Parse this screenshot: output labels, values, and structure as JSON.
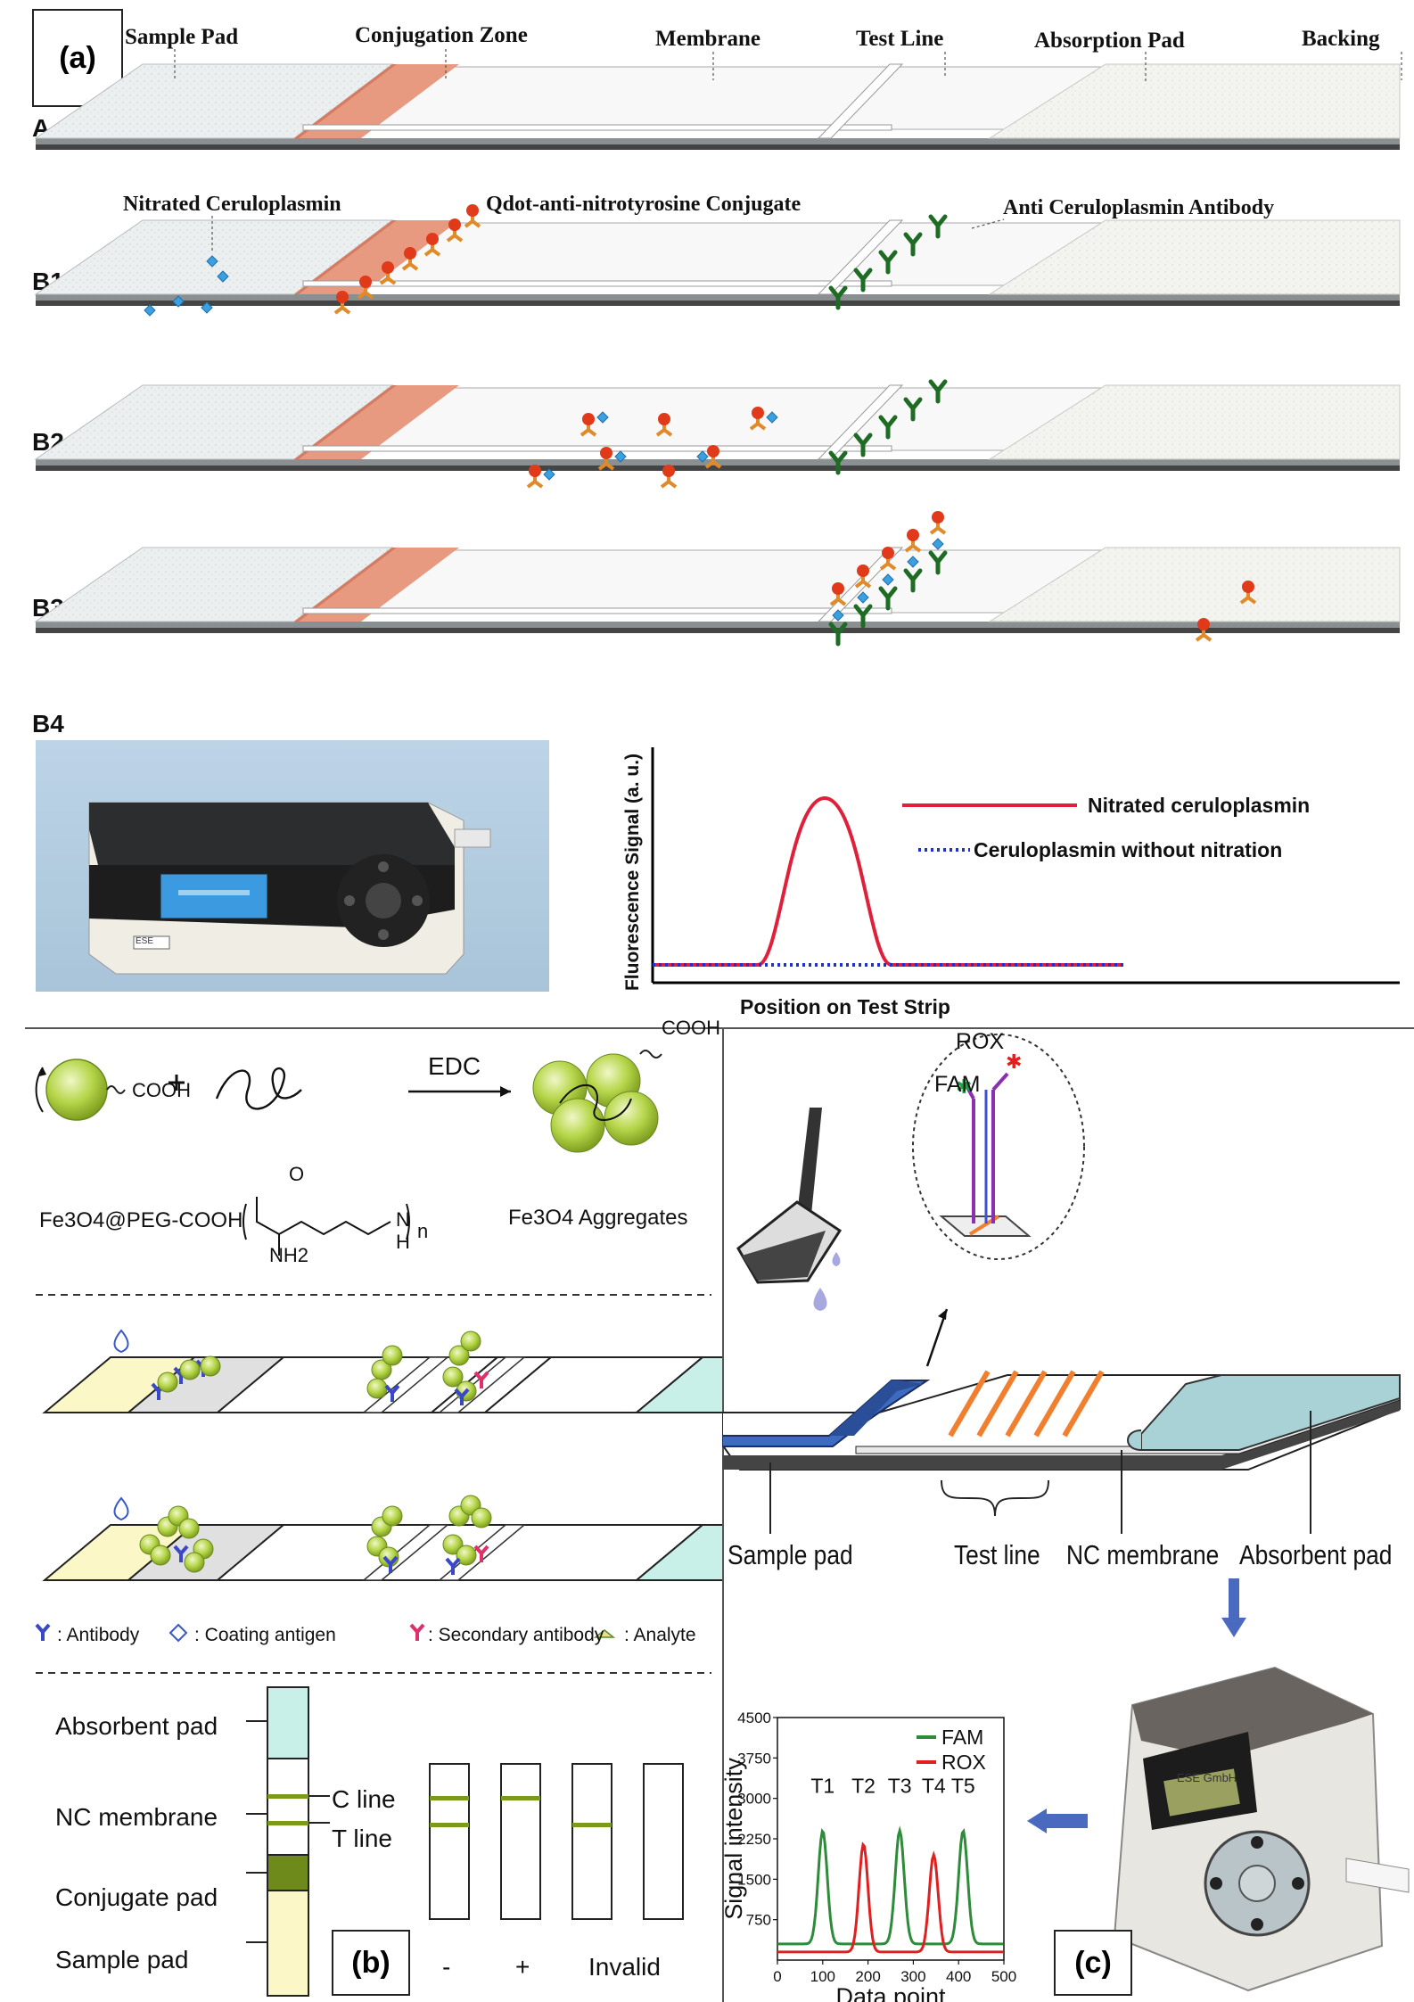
{
  "panel_a": {
    "tag": "(a)",
    "header_labels": {
      "sample_pad": "Sample Pad",
      "conjugation_zone": "Conjugation Zone",
      "membrane": "Membrane",
      "test_line": "Test Line",
      "absorption_pad": "Absorption Pad",
      "backing": "Backing"
    },
    "row_labels": [
      "A",
      "B1",
      "B2",
      "B3",
      "B4"
    ],
    "b1_labels": {
      "nitrated_ceruloplasmin": "Nitrated Ceruloplasmin",
      "qdot_conjugate": "Qdot-anti-nitrotyrosine Conjugate",
      "anti_antibody": "Anti Ceruloplasmin Antibody"
    },
    "device_screen_brand": "ESE",
    "chart": {
      "ylabel": "Fluorescence Signal (a. u.)",
      "xlabel": "Position on Test Strip",
      "legend": [
        "Nitrated ceruloplasmin",
        "Ceruloplasmin without nitration"
      ]
    }
  },
  "panel_b": {
    "tag": "(b)",
    "reagents": {
      "cooh1": "COOH",
      "cooh2": "COOH",
      "edc": "EDC",
      "fe3o4_peg": "Fe3O4@PEG-COOH",
      "fe3o4_agg": "Fe3O4 Aggregates",
      "o": "O",
      "n": "N",
      "h": "H",
      "nh2": "NH2",
      "n_sub": "n"
    },
    "legend": {
      "antibody": ": Antibody",
      "coating": ": Coating antigen",
      "secondary": ": Secondary antibody",
      "analyte": ": Analyte"
    },
    "strip_labels": {
      "absorbent": "Absorbent pad",
      "nc": "NC membrane",
      "conjugate": "Conjugate pad",
      "sample": "Sample pad",
      "c_line": "C line",
      "t_line": "T line"
    },
    "results": [
      "-",
      "+",
      "Invalid"
    ]
  },
  "panel_c": {
    "tag": "(c)",
    "rox": "ROX",
    "fam": "FAM",
    "labels": {
      "sample": "Sample pad",
      "test": "Test line",
      "nc": "NC membrane",
      "absorbent": "Absorbent pad"
    },
    "reader_screen": "ESE GmbH",
    "chart_data": {
      "type": "line",
      "title": "",
      "xlabel": "Data point",
      "ylabel": "Signal intensity",
      "xlim": [
        0,
        500
      ],
      "ylim": [
        0,
        4500
      ],
      "x_ticks": [
        0,
        100,
        200,
        300,
        400,
        500
      ],
      "y_ticks": [
        750,
        1500,
        2250,
        3000,
        3750,
        4500
      ],
      "y_tick_labels": [
        "750",
        "1500",
        "2250",
        "3000",
        "3750",
        "4500"
      ],
      "x_tick_labels": [
        "0",
        "100",
        "200",
        "300",
        "400",
        "500"
      ],
      "peak_labels": [
        "T1",
        "T2",
        "T3",
        "T4",
        "T5"
      ],
      "series": [
        {
          "name": "FAM",
          "color": "#2e8b3a",
          "peaks": [
            {
              "x": 100,
              "y": 2400
            },
            {
              "x": 270,
              "y": 2400
            },
            {
              "x": 410,
              "y": 2400
            }
          ],
          "baseline": 300
        },
        {
          "name": "ROX",
          "color": "#e02020",
          "peaks": [
            {
              "x": 190,
              "y": 2150
            },
            {
              "x": 345,
              "y": 1950
            }
          ],
          "baseline": 150
        }
      ]
    }
  }
}
